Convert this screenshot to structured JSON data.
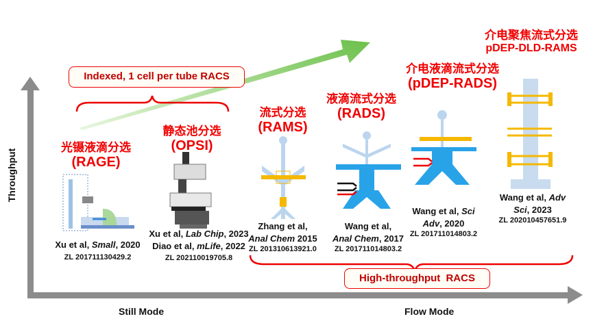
{
  "axes": {
    "y_label": "Throughput",
    "x_left_label": "Still Mode",
    "x_right_label": "Flow Mode"
  },
  "top_banner": "Indexed, 1 cell per tube RACS",
  "bottom_banner": "High-throughput RACS",
  "methods": [
    {
      "cn": "光镊液滴分选",
      "en": "(RAGE)",
      "cite": [
        "Xu et al, ",
        "Small",
        ", 2020"
      ],
      "zl": "ZL 201711130429.2"
    },
    {
      "cn": "静态池分选",
      "en": "(OPSI)",
      "cite": [
        "Xu et al, ",
        "Lab Chip",
        ", 2023"
      ],
      "cite2": [
        "Diao et al, ",
        "mLife",
        ", 2022"
      ],
      "zl": "ZL 202110019705.8"
    },
    {
      "cn": "流式分选",
      "en": "(RAMS)",
      "cite": [
        "Zhang et al,"
      ],
      "cite2": [
        "Anal Chem",
        " 2015"
      ],
      "zl": "ZL 201310613921.0"
    },
    {
      "cn": "液滴流式分选",
      "en": "(RADS)",
      "cite": [
        "Wang et al,"
      ],
      "cite2": [
        "Anal Chem",
        ", 2017"
      ],
      "zl": "ZL 201711014803.2"
    },
    {
      "cn": "介电液滴流式分选",
      "en": "(pDEP-RADS)",
      "cite": [
        "Wang et al, ",
        "Sci"
      ],
      "cite2": [
        "Adv",
        ", 2020"
      ],
      "zl": "ZL 201711014803.2"
    },
    {
      "cn": "介电聚焦流式分选",
      "en": "pDEP-DLD-RAMS",
      "cite": [
        "Wang et al, ",
        "Adv"
      ],
      "cite2": [
        "Sci",
        ", 2023"
      ],
      "zl": "ZL 202010457651.9"
    }
  ],
  "colors": {
    "red": "#f00000",
    "axis": "#8c8c8c",
    "arrow": "#8fd16a",
    "chip": "#29a3e8",
    "gold": "#f5b800"
  }
}
